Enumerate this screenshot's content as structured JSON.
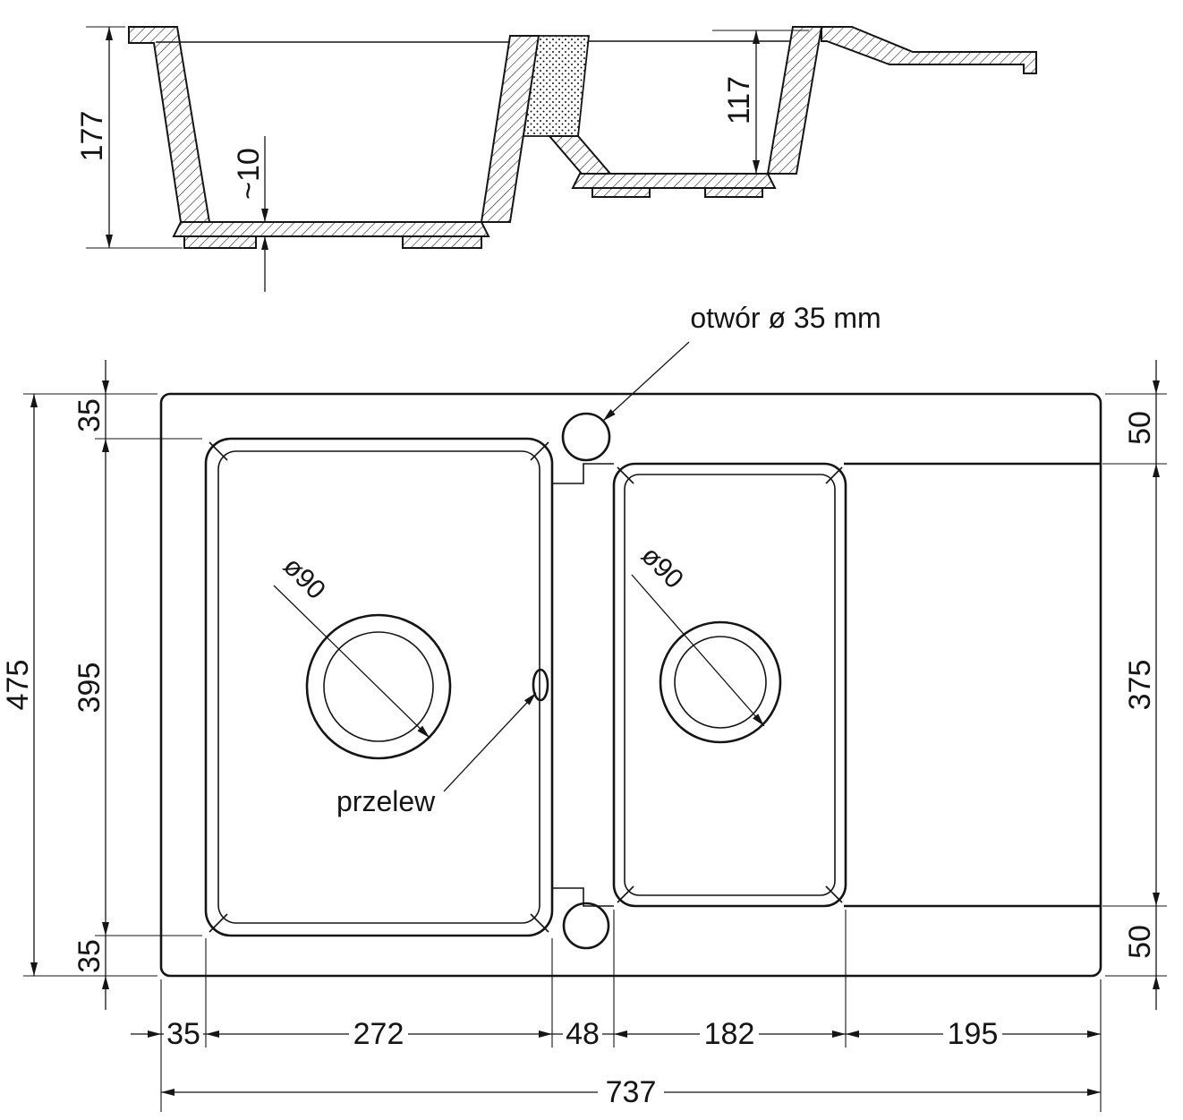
{
  "section_view": {
    "depth_main": "177",
    "bottom_thickness": "~10",
    "small_depth": "117"
  },
  "plan_view": {
    "tap_hole_label": "otwór ø 35 mm",
    "overflow_label": "przelew",
    "main_drain_label": "ø90",
    "small_drain_label": "ø90",
    "left_dims": {
      "top_margin": "35",
      "basin_length": "395",
      "bottom_margin": "35",
      "total_height": "475"
    },
    "right_dims": {
      "top_margin": "50",
      "zone_height": "375",
      "bottom_margin": "50"
    },
    "bottom_dims": {
      "left_edge": "35",
      "main_basin_width": "272",
      "divider_width": "48",
      "small_basin_width": "182",
      "drainer_width": "195",
      "total_width": "737"
    }
  },
  "colors": {
    "line": "#151515",
    "background": "#ffffff"
  }
}
